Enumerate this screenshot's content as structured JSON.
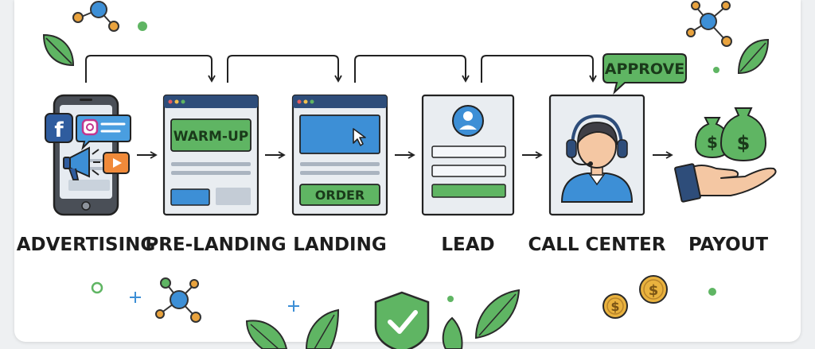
{
  "steps": [
    {
      "label": "ADVERTISING"
    },
    {
      "label": "PRE-LANDING"
    },
    {
      "label": "LANDING"
    },
    {
      "label": "LEAD"
    },
    {
      "label": "CALL CENTER"
    },
    {
      "label": "PAYOUT"
    }
  ],
  "prelanding": {
    "button_text": "WARM-UP"
  },
  "landing": {
    "button_text": "ORDER"
  },
  "callcenter": {
    "bubble_text": "APPROVE"
  },
  "colors": {
    "green": "#5fb563",
    "green_dark": "#3e8e46",
    "blue": "#3d8fd6",
    "browser_bar": "#2e4d7a",
    "outline": "#2a2a2a",
    "gold": "#e9b23e"
  }
}
